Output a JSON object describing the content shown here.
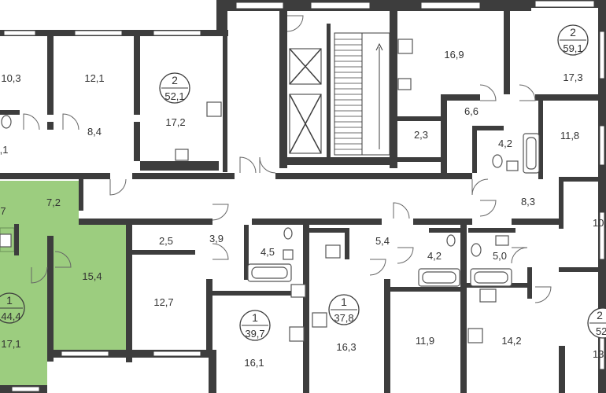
{
  "plan": {
    "highlight_color": "#9ccd7f",
    "wall_color": "#3d3d3d",
    "highlighted_apartment": {
      "rooms": "1",
      "total_area": "44,4",
      "room_areas": [
        "7,2",
        "15,4",
        "17,1",
        "7"
      ]
    },
    "apartments": [
      {
        "id": "apt-top-left",
        "rooms": "2",
        "total_area": "52,1"
      },
      {
        "id": "apt-top-right",
        "rooms": "2",
        "total_area": "59,1"
      },
      {
        "id": "apt-bottom-a",
        "rooms": "1",
        "total_area": "39,7"
      },
      {
        "id": "apt-bottom-b",
        "rooms": "1",
        "total_area": "37,8"
      },
      {
        "id": "apt-bottom-right",
        "rooms": "2",
        "total_area": "52,"
      }
    ],
    "room_labels": [
      "10,3",
      "12,1",
      "17,2",
      "8,4",
      ",1",
      "2,3",
      "16,9",
      "6,6",
      "4,2",
      "11,8",
      "17,3",
      "8,3",
      "10,",
      "2,5",
      "3,9",
      "4,5",
      "12,7",
      "16,1",
      "5,4",
      "4,2",
      "5,0",
      "16,3",
      "11,9",
      "14,2",
      "13,"
    ]
  }
}
